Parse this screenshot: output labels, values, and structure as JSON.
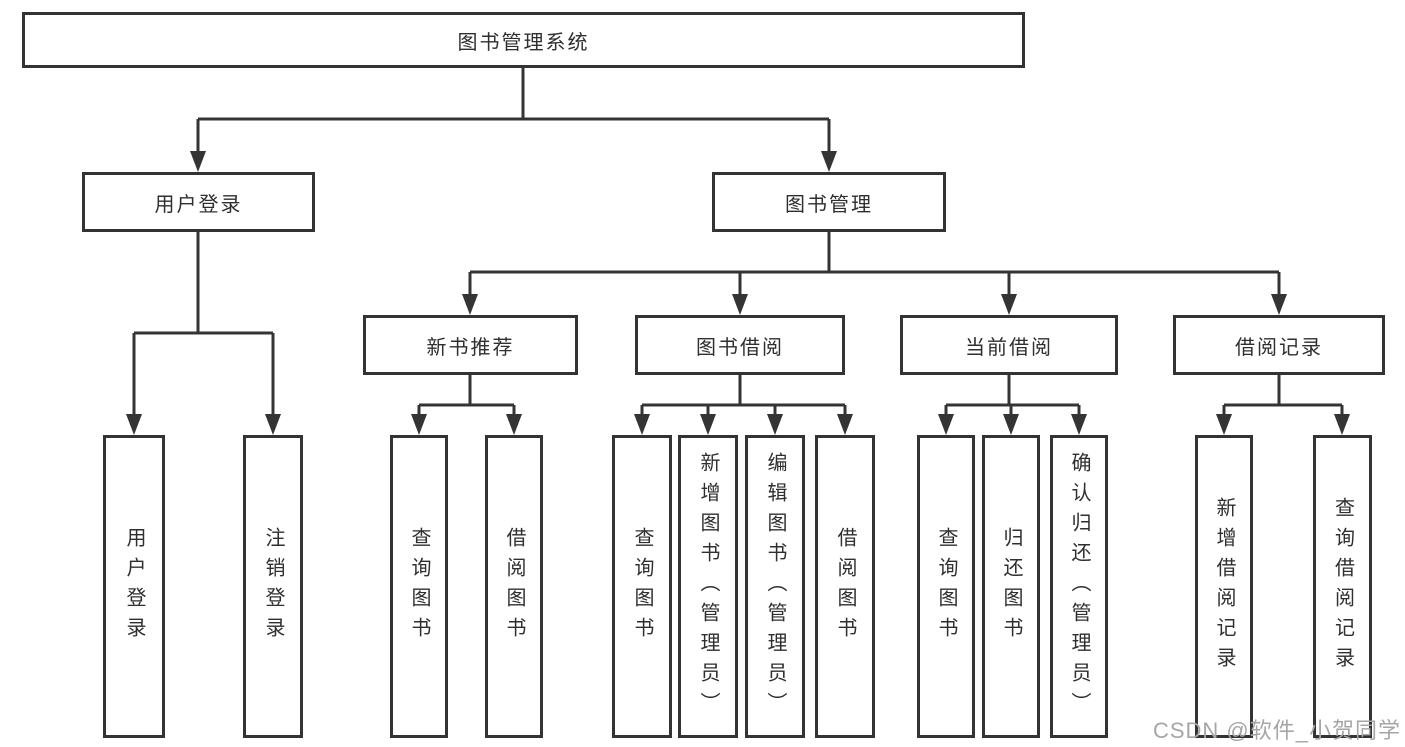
{
  "colors": {
    "border": "#333333",
    "line": "#343434",
    "text": "#2f2f2f",
    "watermark": "#a6a6a6",
    "background": "#ffffff"
  },
  "nodes": {
    "root": "图书管理系统",
    "user_login": "用户登录",
    "book_mgmt": "图书管理",
    "new_book": "新书推荐",
    "book_borrow": "图书借阅",
    "current_borrow": "当前借阅",
    "borrow_record": "借阅记录"
  },
  "leaves": {
    "user_login": [
      "用户登录",
      "注销登录"
    ],
    "new_book": [
      "查询图书",
      "借阅图书"
    ],
    "book_borrow": [
      "查询图书",
      "新增图书（管理员）",
      "编辑图书（管理员）",
      "借阅图书"
    ],
    "current_borrow": [
      "查询图书",
      "归还图书",
      "确认归还（管理员）"
    ],
    "borrow_record": [
      "新增借阅记录",
      "查询借阅记录"
    ]
  },
  "watermark": "CSDN @软件_小贺同学"
}
